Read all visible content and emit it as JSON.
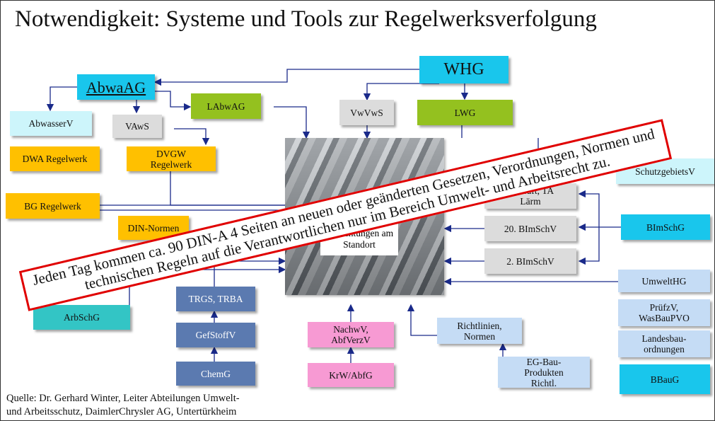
{
  "title": "Notwendigkeit: Systeme und Tools zur Regelwerksverfolgung",
  "center": {
    "label": "Anlagen und Einrichtungen am Standort"
  },
  "banner": {
    "line1": "Jeden Tag kommen ca. 90 DIN-A 4 Seiten an neuen oder geänderten Gesetzen, Verordnungen, Normen und",
    "line2": "technischen Regeln auf die Verantwortlichen nur im Bereich Umwelt- und Arbeitsrecht zu."
  },
  "boxes": {
    "abwaag": "AbwaAG",
    "whg": "WHG",
    "abwasserv": "AbwasserV",
    "vaws": "VAwS",
    "labwag": "LAbwAG",
    "vwvws": "VwVwS",
    "lwg": "LWG",
    "dwa": "DWA Regelwerk",
    "dvgw": "DVGW Regelwerk",
    "bg": "BG Regelwerk",
    "din": "DIN-Normen",
    "schutzgebietsv": "SchutzgebietsV",
    "taluft": "TA Luft, TA Lärm",
    "bimschv20": "20. BImSchV",
    "bimschg": "BImSchG",
    "bimschv2": "2. BImSchV",
    "umwelthg": "UmweltHG",
    "pruefzv": "PrüfzV, WasBauPVO",
    "landesbau": "Landesbau-ordnungen",
    "bbaug": "BBauG",
    "arbschg": "ArbSchG",
    "trgs": "TRGS, TRBA",
    "gefstoffv": "GefStoffV",
    "chemg": "ChemG",
    "nachwv": "NachwV, AbfVerzV",
    "krw": "KrW/AbfG",
    "richtlinien": "Richtlinien, Normen",
    "egbau": "EG-Bau-Produkten Richtl."
  },
  "source": {
    "line1": "Quelle: Dr. Gerhard Winter, Leiter Abteilungen Umwelt-",
    "line2": "und Arbeitsschutz, DaimlerChrysler AG, Untertürkheim"
  }
}
